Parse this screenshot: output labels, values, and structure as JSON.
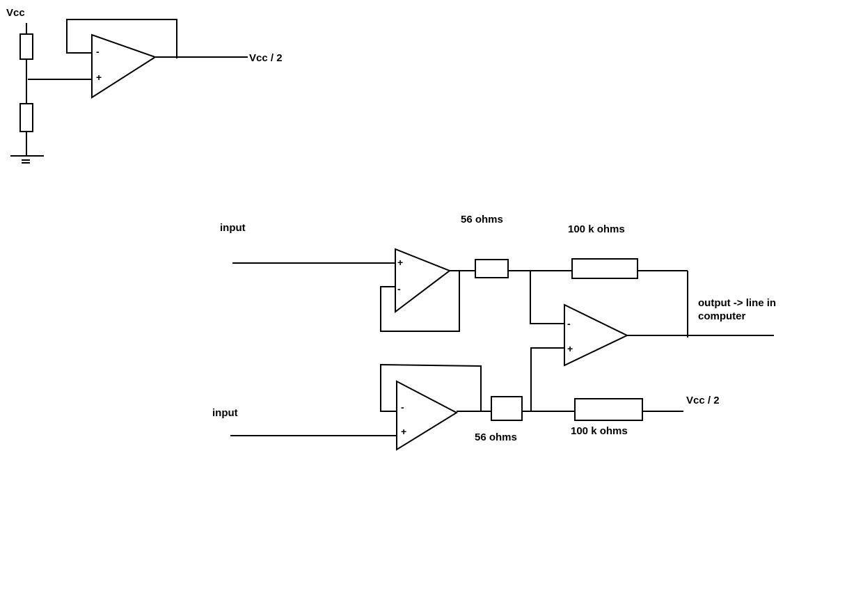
{
  "labels": {
    "vcc_top": "Vcc",
    "vcc_half_top": "Vcc / 2",
    "input_top": "input",
    "input_bottom": "input",
    "r56_top": "56 ohms",
    "r100k_top": "100 k ohms",
    "output": "output -> line in",
    "output_line2": "computer",
    "r56_bottom": "56 ohms",
    "r100k_bottom": "100 k ohms",
    "vcc_half_bottom": "Vcc / 2"
  },
  "signs": {
    "plus": "+",
    "minus": "-"
  }
}
